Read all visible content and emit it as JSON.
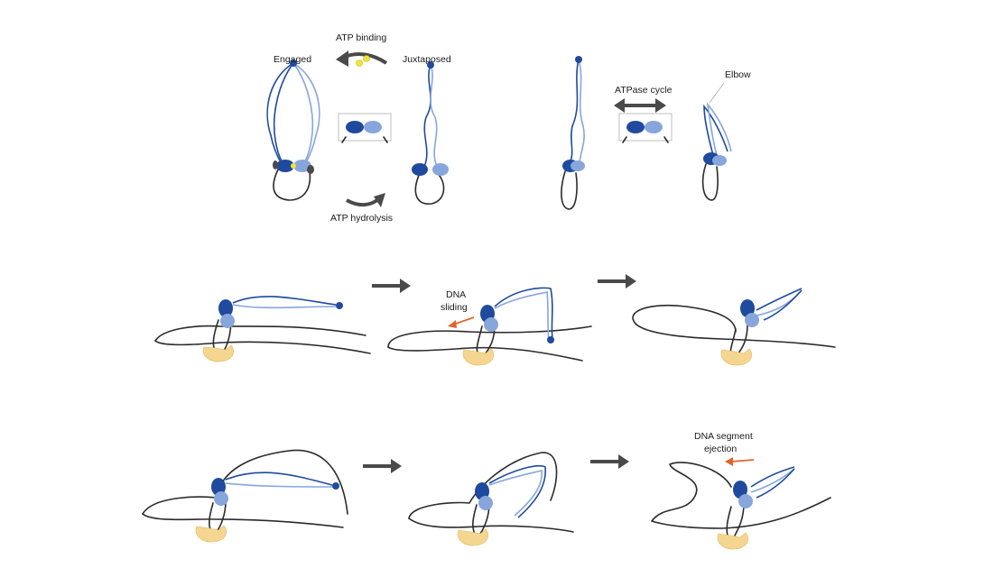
{
  "colors": {
    "smc_dark": "#1f4a9e",
    "smc_light": "#86a6dc",
    "head_dark": "#1f4a9e",
    "head_light": "#86a6dc",
    "kleisin": "#2a2a2a",
    "hawk": "#f5d690",
    "atp": "#f2e53a",
    "arrow": "#4a4a4a",
    "accent_arrow": "#e0652a"
  },
  "labels": {
    "engaged": "Engaged",
    "atp_binding": "ATP binding",
    "juxtaposed": "Juxtaposed",
    "atp_hydrolysis": "ATP hydrolysis",
    "atpase_cycle": "ATPase cycle",
    "elbow": "Elbow",
    "dna_sliding_1": "DNA",
    "dna_sliding_2": "sliding",
    "segment_ejection_1": "DNA segment",
    "segment_ejection_2": "ejection"
  },
  "icons": [
    "atp-molecule-icon",
    "cycle-double-arrow-icon",
    "step-arrow-icon",
    "hawk-subunit-icon"
  ]
}
